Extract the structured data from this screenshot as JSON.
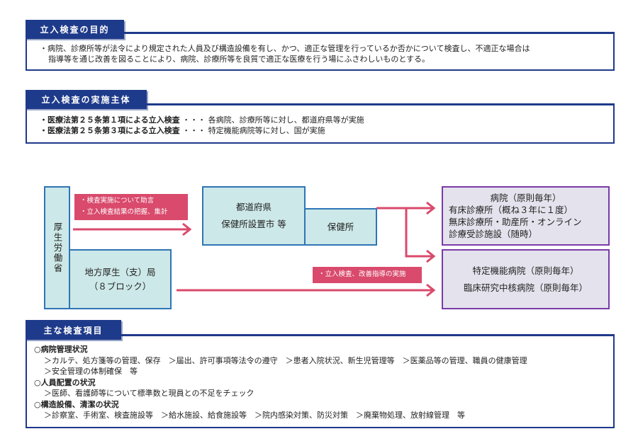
{
  "purpose": {
    "title": "立入検査の目的",
    "lines": [
      "・病院、診療所等が法令により規定された人員及び構造設備を有し、かつ、適正な管理を行っているか否かについて検査し、不適正な場合は",
      "指導等を通じ改善を図ることにより、病院、診療所等を良質で適正な医療を行う場にふさわしいものとする。"
    ]
  },
  "actors": {
    "title": "立入検査の実施主体",
    "items": [
      {
        "law": "・医療法第２５条第１項による立入検査",
        "sep": "・・・",
        "desc": "各病院、診療所等に対し、都道府県等が実施"
      },
      {
        "law": "・医療法第２５条第３項による立入検査",
        "sep": "・・・",
        "desc": "特定機能病院等に対し、国が実施"
      }
    ]
  },
  "diagram": {
    "mhlw": "厚生労働省",
    "regional": [
      "地方厚生（支）局",
      "（８ブロック）"
    ],
    "prefecture": [
      "都道府県",
      "保健所設置市 等"
    ],
    "health_center": "保健所",
    "advice": [
      "・検査実施について助言",
      "・立入検査結果の把握、集計"
    ],
    "inspection_label": "・立入検査、改善指導の実施",
    "targets1": [
      "病院（原則毎年）",
      "有床診療所（概ね３年に１度）",
      "無床診療所・助産所・オンライン",
      "診療受診施設（随時）"
    ],
    "targets2": [
      "特定機能病院（原則毎年）",
      "臨床研究中核病院（原則毎年）"
    ]
  },
  "items": {
    "title": "主な検査項目",
    "groups": [
      {
        "heading": "○病院管理状況",
        "lines": [
          "＞カルテ、処方箋等の管理、保存　＞届出、許可事項等法令の遵守　＞患者入院状況、新生児管理等　＞医薬品等の管理、職員の健康管理",
          "＞安全管理の体制確保　等"
        ]
      },
      {
        "heading": "○人員配置の状況",
        "lines": [
          "＞医師、看護師等について標準数と現員との不足をチェック"
        ]
      },
      {
        "heading": "○構造設備、清潔の状況",
        "lines": [
          "＞診察室、手術室、検査施設等　＞給水施設、給食施設等　＞院内感染対策、防災対策　＞廃棄物処理、放射線管理　等"
        ]
      }
    ]
  },
  "colors": {
    "navy": "#1e3a8a",
    "pink": "#d94a6c",
    "teal": "#cde8e8",
    "purple": "#7a3aa8"
  }
}
